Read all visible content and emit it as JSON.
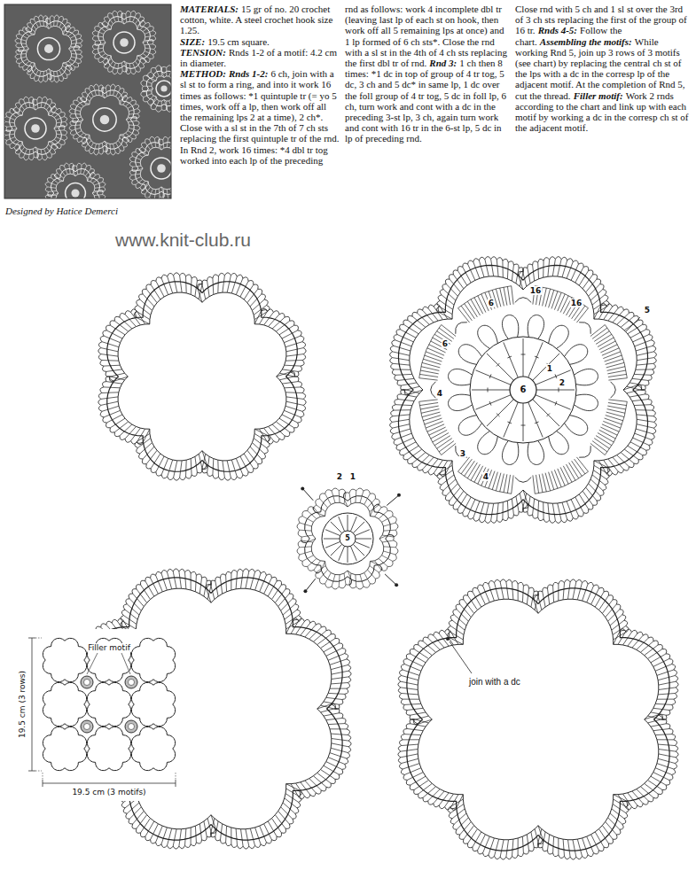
{
  "diagram": {
    "labels": [
      "MATERIALS:",
      "15 gr of no. 20 crochet cotton, white. A steel crochet hook size 1.25.",
      "SIZE:",
      "19.5 cm square.",
      "TENSION:",
      "Rnds 1-2 of a motif: 4.2 cm in diameter.",
      "METHOD:",
      "Rnds 1-2:",
      "6 ch, join with a sl st to form a ring, and into it work 16 times as follows: *1 quintuple tr (= yo 5 times, work off a lp, then work off all the remaining lps 2 at a time), 2 ch*. Close with a sl st in the 7th of 7 ch sts replacing the first quintuple tr of the rnd. In Rnd 2, work 16 times: *4 dbl tr tog worked into each lp of the preceding",
      "rnd as follows: work 4 incomplete dbl tr (leaving last lp of each st on hook, then work off all 5 remaining lps at once) and 1 lp formed of 6 ch sts*. Close the rnd with a sl st in the 4th of 4 ch sts replacing the first dbl tr of rnd.",
      "Rnd 3:",
      "1 ch then 8 times: *1 dc in top of group of 4 tr tog, 5 dc, 3 ch and 5 dc* in same lp, 1 dc over the foll group of 4 tr tog, 5 dc in foll lp, 6 ch, turn work and cont with a dc in the preceding 3-st lp, 3 ch, again turn work and cont with 16 tr in the 6-st lp, 5 dc in lp of preceding rnd.",
      "Close rnd with 5 ch and 1 sl st over the 3rd of 3 ch sts replacing the first of the group of 16 tr.",
      "Rnds 4-5:",
      "Follow the chart.",
      "Assembling the motifs:",
      "While working Rnd 5, join up 3 rows of 3 motifs (see chart) by replacing the central ch st of the lps with a dc in the corresp lp of the adjacent motif. At the completion of Rnd 5, cut the thread.",
      "Filler motif:",
      "Work 2 rnds according to the chart and link up with each motif by working a dc in the corresp ch st of the adjacent motif.",
      "Designed by Hatice Demerci",
      "www.knit-club.ru",
      "join with a dc",
      "Filler motif",
      "19.5 cm (3 rows)",
      "19.5 cm (3 motifs)",
      "6",
      "1",
      "2",
      "3",
      "4",
      "4",
      "6",
      "6",
      "16",
      "16",
      "5",
      "5",
      "2",
      "1"
    ]
  }
}
